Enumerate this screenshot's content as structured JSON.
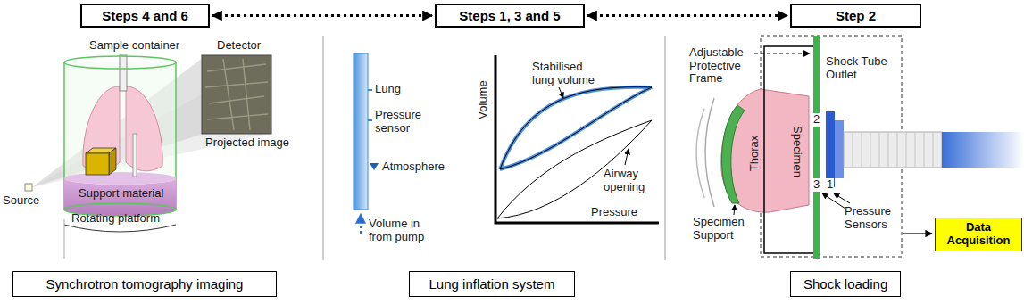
{
  "diagram": {
    "nodes": [
      {
        "text": [
          "Steps 4 and 6"
        ]
      },
      {
        "text": [
          "Steps 1, 3 and 5"
        ]
      },
      {
        "text": [
          "Step 2"
        ]
      },
      {
        "text": [
          "Data Acquisition"
        ]
      },
      {
        "text": [
          "Synchrotron tomography imaging"
        ]
      },
      {
        "text": [
          "Lung inflation system"
        ]
      },
      {
        "text": [
          "Shock loading"
        ]
      }
    ],
    "edges": [
      {
        "from": 0,
        "to": 1,
        "arrow": "both"
      },
      {
        "from": 1,
        "to": 2,
        "arrow": "both"
      }
    ],
    "labels": [
      "Sample container",
      "Detector",
      "Projected image",
      "Source",
      "Support material",
      "Rotating platform",
      "Lung",
      "Pressure sensor",
      "Atmosphere",
      "Volume in from pump",
      "Volume",
      "Stabilised lung volume",
      "Airway opening",
      "Pressure",
      "Adjustable Protective Frame",
      "Shock Tube Outlet",
      "2",
      "Specimen",
      "Thorax",
      "3",
      "1",
      "Specimen Support",
      "Pressure Sensors"
    ]
  }
}
